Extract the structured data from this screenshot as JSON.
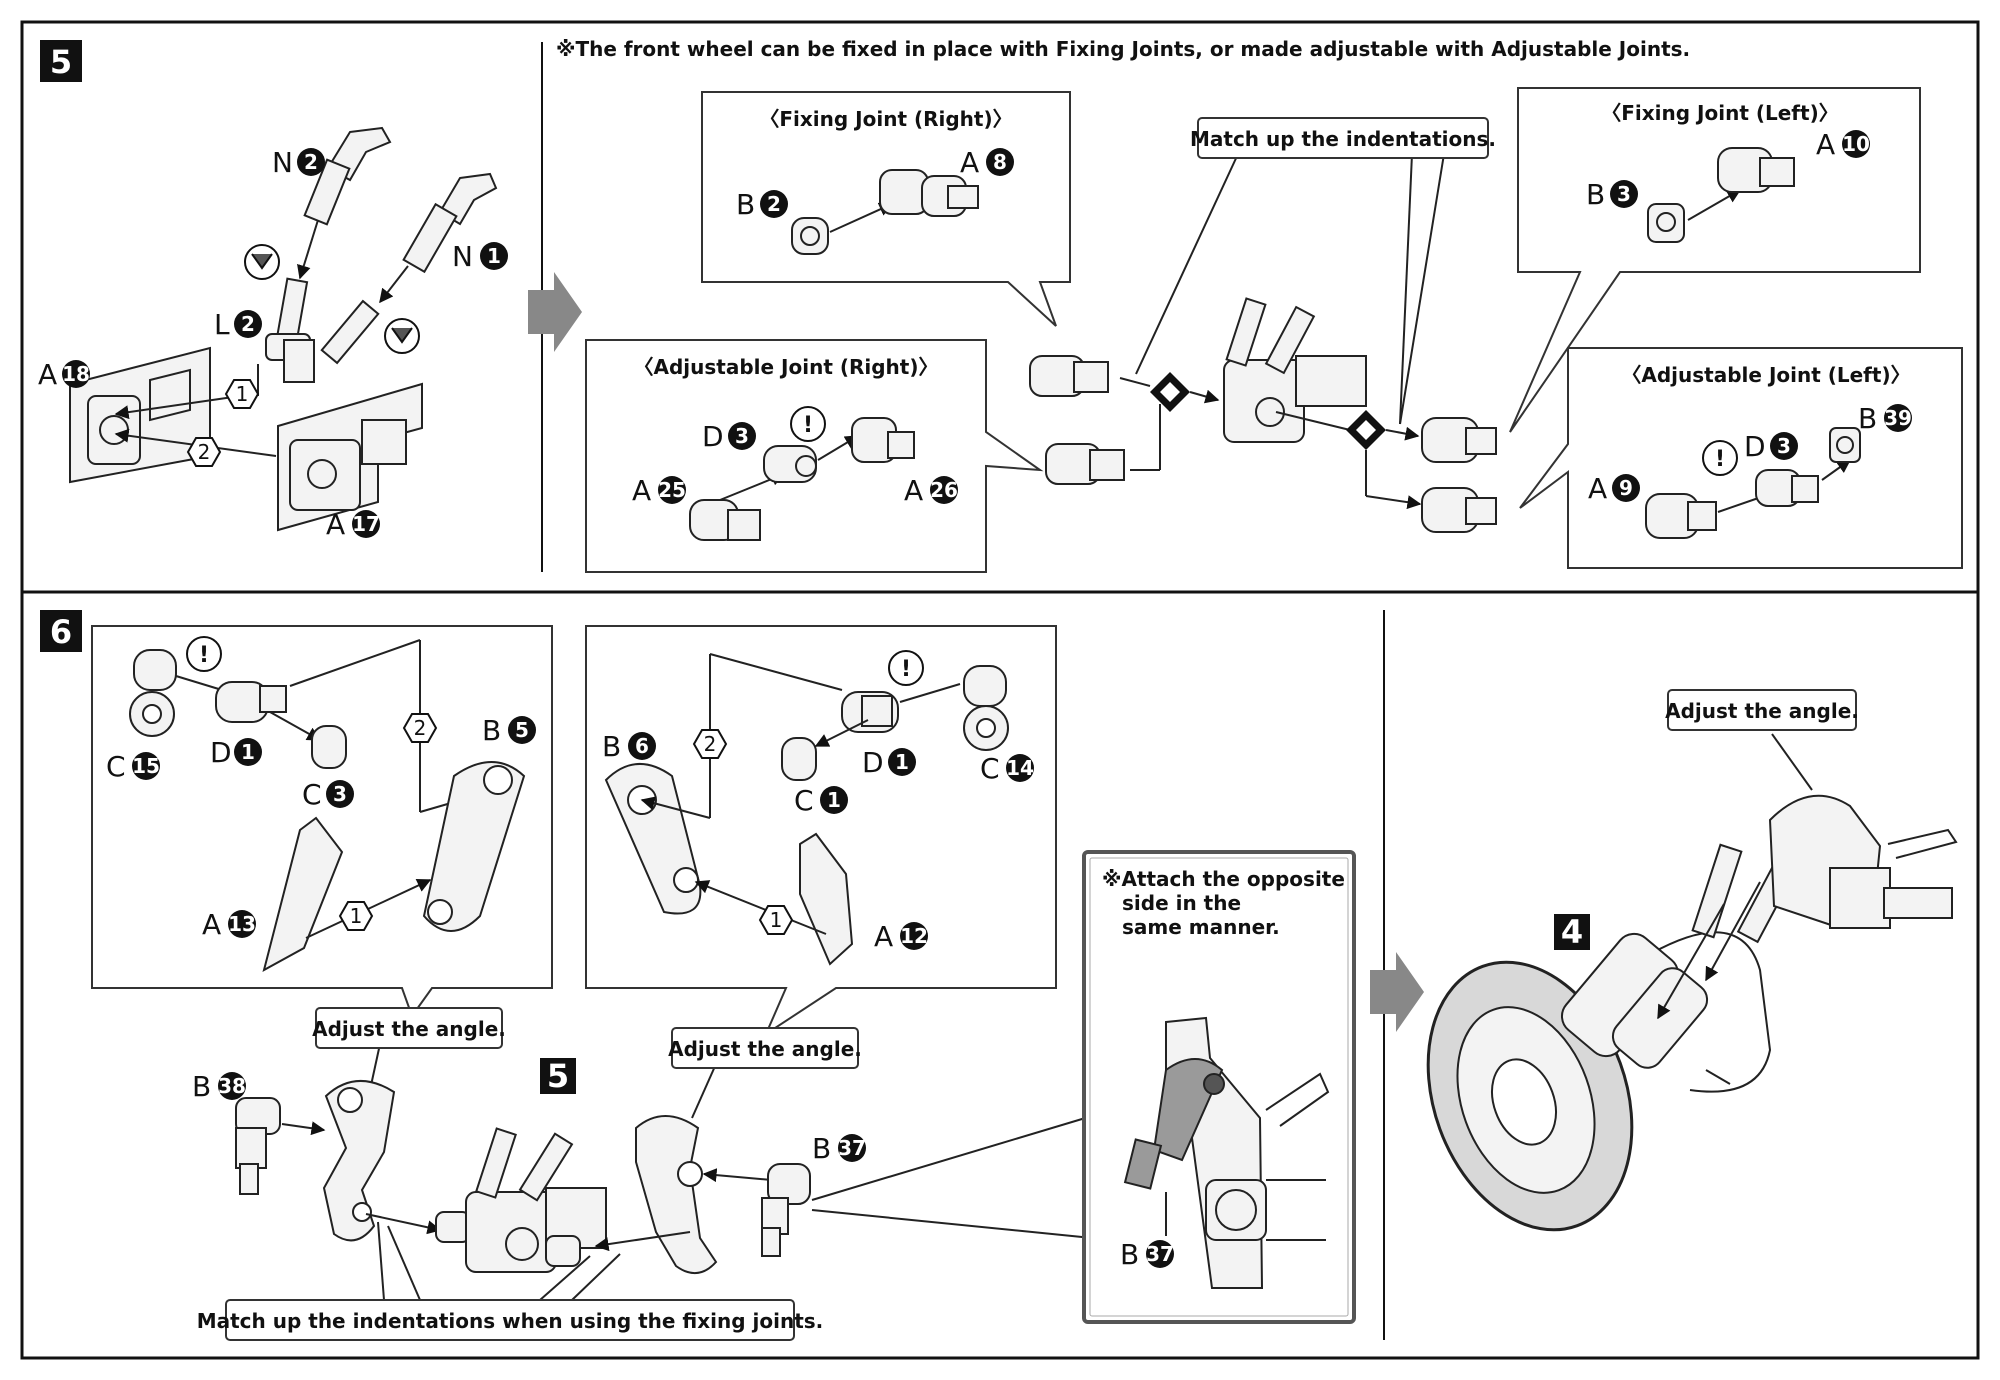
{
  "step5": {
    "number": "5",
    "note": "※The front wheel can be fixed in place with Fixing Joints, or made adjustable with Adjustable Joints.",
    "left_parts": {
      "n2": {
        "letter": "N",
        "num": "2"
      },
      "n1": {
        "letter": "N",
        "num": "1"
      },
      "l2": {
        "letter": "L",
        "num": "2"
      },
      "a18": {
        "letter": "A",
        "num": "18"
      },
      "a17": {
        "letter": "A",
        "num": "17"
      }
    },
    "left_order": [
      "1",
      "2"
    ],
    "fixing_right": {
      "title": "〈Fixing Joint (Right)〉",
      "b": {
        "letter": "B",
        "num": "2"
      },
      "a": {
        "letter": "A",
        "num": "8"
      }
    },
    "adjustable_right": {
      "title": "〈Adjustable Joint (Right)〉",
      "d": {
        "letter": "D",
        "num": "3"
      },
      "a1": {
        "letter": "A",
        "num": "25"
      },
      "a2": {
        "letter": "A",
        "num": "26"
      }
    },
    "match_callout": "Match up the indentations.",
    "fixing_left": {
      "title": "〈Fixing Joint (Left)〉",
      "b": {
        "letter": "B",
        "num": "3"
      },
      "a": {
        "letter": "A",
        "num": "10"
      }
    },
    "adjustable_left": {
      "title": "〈Adjustable Joint (Left)〉",
      "d": {
        "letter": "D",
        "num": "3"
      },
      "a": {
        "letter": "A",
        "num": "9"
      },
      "b": {
        "letter": "B",
        "num": "39"
      }
    }
  },
  "step6": {
    "number": "6",
    "left_box": {
      "c15": {
        "letter": "C",
        "num": "15"
      },
      "d1": {
        "letter": "D",
        "num": "1"
      },
      "c3": {
        "letter": "C",
        "num": "3"
      },
      "b5": {
        "letter": "B",
        "num": "5"
      },
      "a13": {
        "letter": "A",
        "num": "13"
      },
      "order": [
        "1",
        "2"
      ]
    },
    "right_box": {
      "b6": {
        "letter": "B",
        "num": "6"
      },
      "c1": {
        "letter": "C",
        "num": "1"
      },
      "d1": {
        "letter": "D",
        "num": "1"
      },
      "c14": {
        "letter": "C",
        "num": "14"
      },
      "a12": {
        "letter": "A",
        "num": "12"
      },
      "order": [
        "1",
        "2"
      ]
    },
    "adjust_left": "Adjust the angle.",
    "adjust_mid": "Adjust the angle.",
    "adjust_right": "Adjust the angle.",
    "b38": {
      "letter": "B",
      "num": "38"
    },
    "b37": {
      "letter": "B",
      "num": "37"
    },
    "sub_step": "5",
    "match_fixing": "Match up the indentations when using the fixing joints.",
    "attach_note_lines": [
      "※Attach the opposite",
      "side in the",
      "same manner."
    ],
    "b37_detail": {
      "letter": "B",
      "num": "37"
    },
    "result_step": "4"
  },
  "icons": {
    "caution": "caution-icon",
    "arrow": "process-arrow-icon",
    "cut": "nipper-cut-icon"
  }
}
